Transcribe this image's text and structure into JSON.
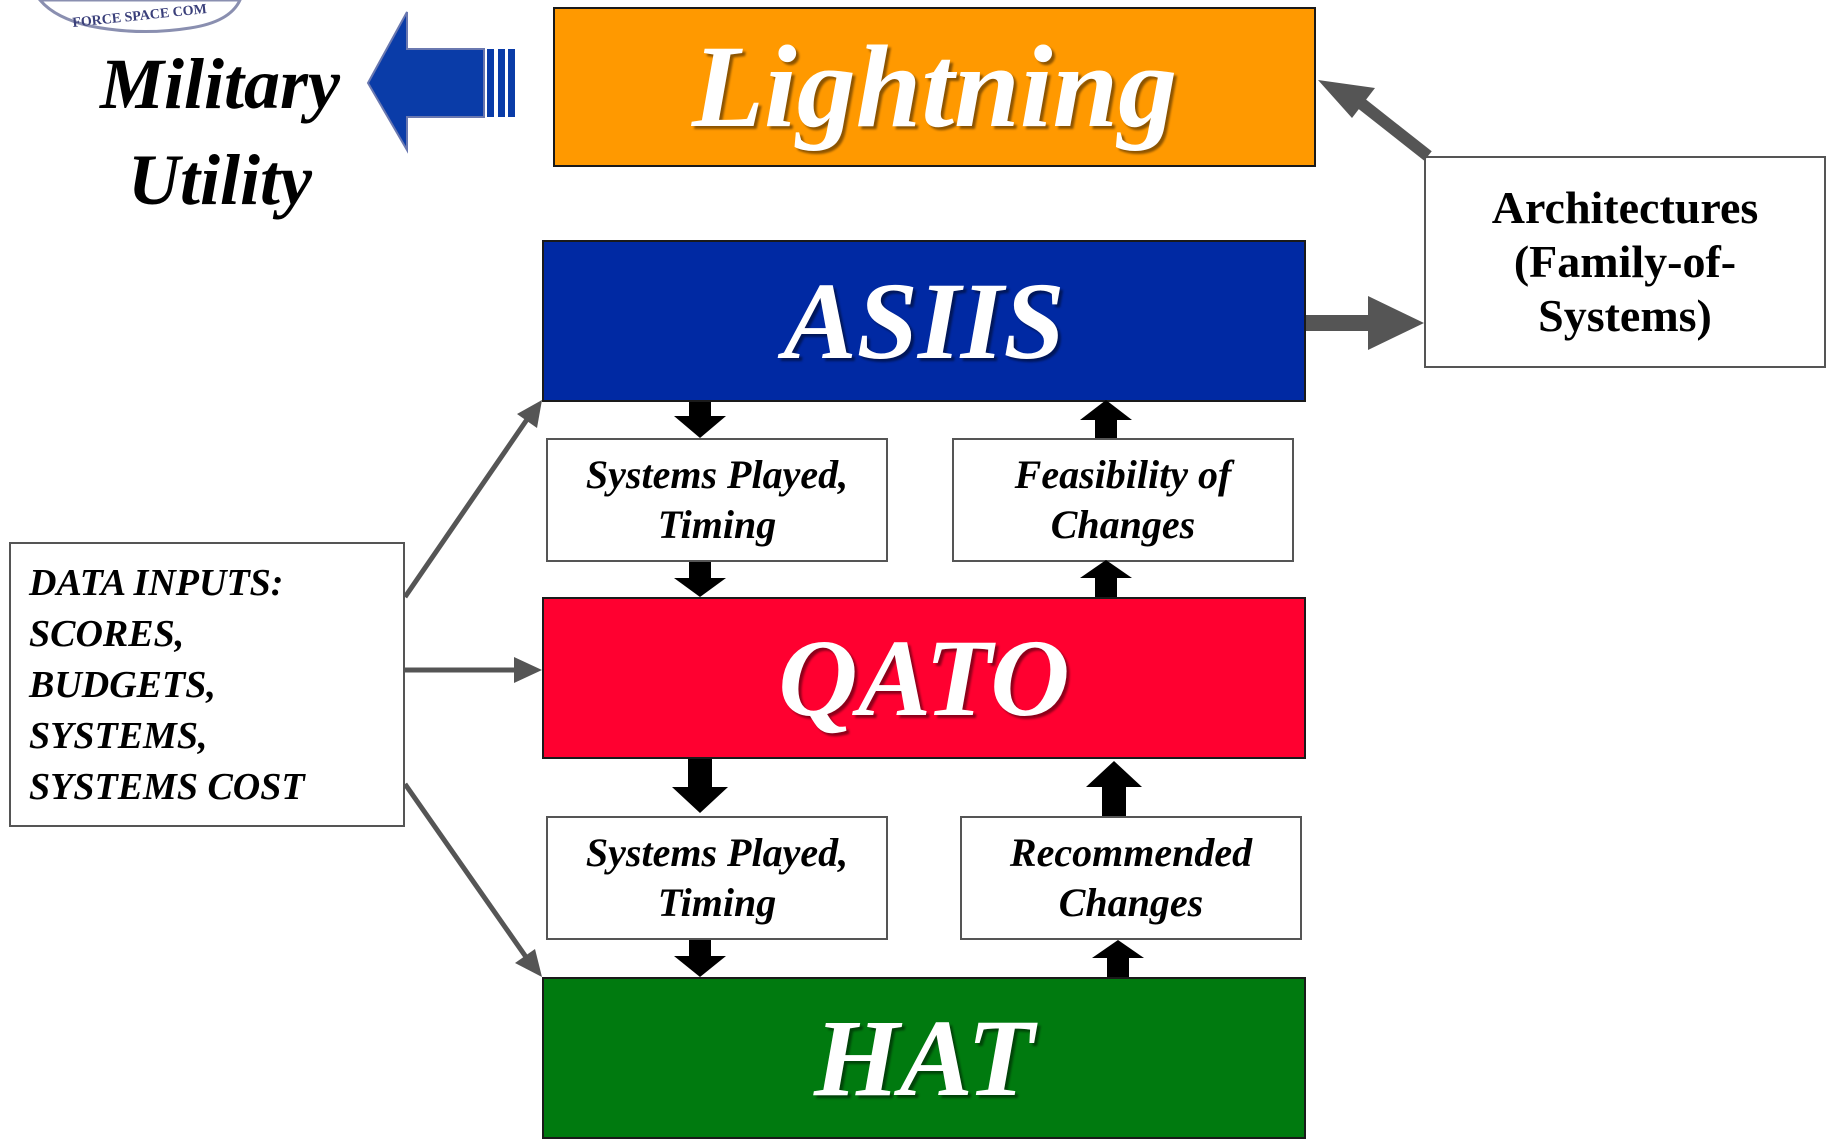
{
  "title": "",
  "colors": {
    "lightning": "#ff9900",
    "asiis": "#0029a3",
    "qato": "#ff0030",
    "hat": "#007a0f",
    "military_arrow": "#0a3ca8",
    "connector": "#555555"
  },
  "logo_text": "FORCE SPACE COM",
  "military_utility": {
    "line1": "Military",
    "line2": "Utility"
  },
  "models": {
    "lightning": "Lightning",
    "asiis": "ASIIS",
    "qato": "QATO",
    "hat": "HAT"
  },
  "flows": {
    "asiis_to_qato": {
      "line1": "Systems Played,",
      "line2": "Timing"
    },
    "qato_to_asiis": {
      "line1": "Feasibility of",
      "line2": "Changes"
    },
    "qato_to_hat": {
      "line1": "Systems Played,",
      "line2": "Timing"
    },
    "hat_to_qato": {
      "line1": "Recommended",
      "line2": "Changes"
    }
  },
  "architectures": {
    "line1": "Architectures",
    "line2": "(Family-of-",
    "line3": "Systems)"
  },
  "data_inputs": {
    "lines": [
      "DATA INPUTS:",
      "SCORES,",
      "BUDGETS,",
      "SYSTEMS,",
      "SYSTEMS COST"
    ]
  }
}
